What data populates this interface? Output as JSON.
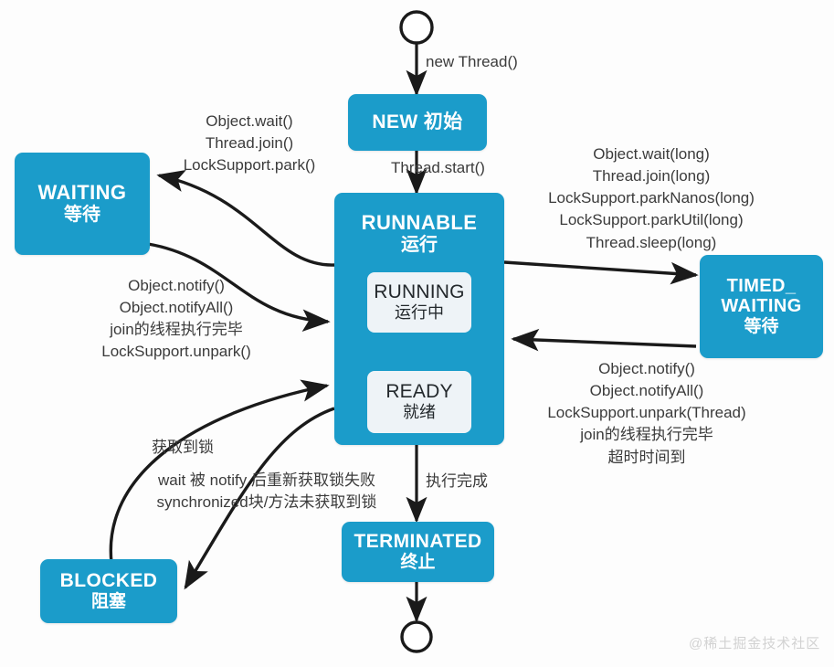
{
  "diagram": {
    "title": "Java Thread State Machine",
    "watermark": "@稀土掘金技术社区",
    "accent_color": "#1b9cca",
    "inner_color": "#eef3f7",
    "arrow_color": "#1a1a1a",
    "inner_arrow_color": "#f4f7a0"
  },
  "states": {
    "new": {
      "en": "NEW",
      "cn": "初始",
      "combined": "NEW 初始"
    },
    "runnable": {
      "en": "RUNNABLE",
      "cn": "运行"
    },
    "running": {
      "en": "RUNNING",
      "cn": "运行中"
    },
    "ready": {
      "en": "READY",
      "cn": "就绪"
    },
    "waiting": {
      "en": "WAITING",
      "cn": "等待"
    },
    "timed_waiting": {
      "en_line1": "TIMED_",
      "en_line2": "WAITING",
      "cn": "等待"
    },
    "blocked": {
      "en": "BLOCKED",
      "cn": "阻塞"
    },
    "terminated": {
      "en": "TERMINATED",
      "cn": "终止"
    }
  },
  "transitions": {
    "start_to_new": "new Thread()",
    "new_to_runnable": "Thread.start()",
    "runnable_to_waiting": "Object.wait()\nThread.join()\nLockSupport.park()",
    "waiting_to_runnable": "Object.notify()\nObject.notifyAll()\njoin的线程执行完毕\nLockSupport.unpark()",
    "runnable_to_timed_waiting": "Object.wait(long)\nThread.join(long)\nLockSupport.parkNanos(long)\nLockSupport.parkUtil(long)\nThread.sleep(long)",
    "timed_waiting_to_runnable": "Object.notify()\nObject.notifyAll()\nLockSupport.unpark(Thread)\njoin的线程执行完毕\n超时时间到",
    "blocked_to_runnable": "获取到锁",
    "runnable_to_blocked": "wait 被 notify 后重新获取锁失败\nsynchronized块/方法未获取到锁",
    "runnable_to_terminated": "执行完成"
  },
  "nodes": {
    "start_node": "start-circle",
    "end_node": "end-circle"
  }
}
